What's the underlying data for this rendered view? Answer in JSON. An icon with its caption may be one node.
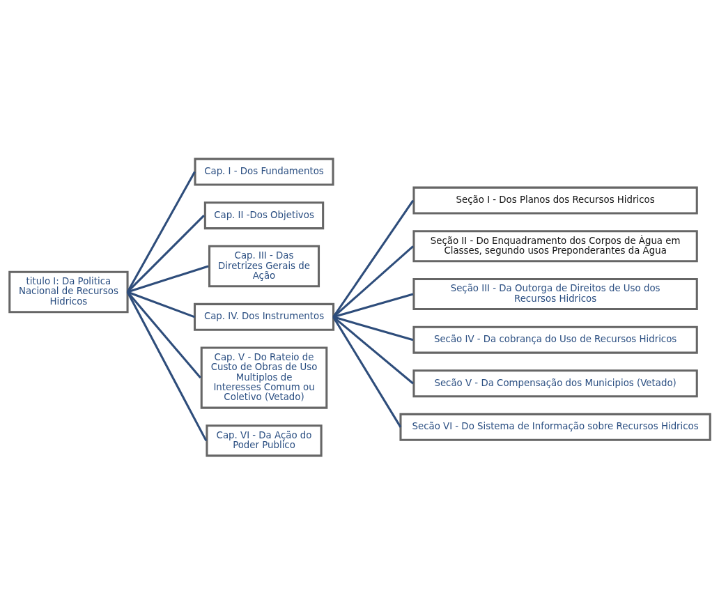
{
  "diagram": {
    "nodes": [
      {
        "text": [
          "titulo I: Da Politica Nacional de Recursos Hidricos"
        ]
      },
      {
        "text": [
          "Cap. I - Dos Fundamentos"
        ]
      },
      {
        "text": [
          "Cap. II -Dos Objetivos"
        ]
      },
      {
        "text": [
          "Cap. III - Das Diretrizes Gerais de Ação"
        ]
      },
      {
        "text": [
          "Cap. IV. Dos Instrumentos"
        ]
      },
      {
        "text": [
          "Cap. V - Do Rateio de Custo de Obras de Uso Multiplos de Interesses Comum ou Coletivo (Vetado)"
        ]
      },
      {
        "text": [
          "Cap. VI - Da Ação do Poder Publico"
        ]
      },
      {
        "text": [
          "Seção I - Dos Planos dos Recursos Hidricos"
        ]
      },
      {
        "text": [
          "Seção II - Do Enquadramento dos Corpos de Àgua em Classes, segundo usos Preponderantes da Água"
        ]
      },
      {
        "text": [
          "Seção III - Da Outorga de Direitos de Uso dos Recursos Hidricos"
        ]
      },
      {
        "text": [
          "Secão IV - Da cobrança do Uso de Recursos Hidricos"
        ]
      },
      {
        "text": [
          "Secão V - Da Compensação dos Municipios (Vetado)"
        ]
      },
      {
        "text": [
          "Secão VI - Do Sistema de Informação sobre Recursos Hidricos"
        ]
      }
    ],
    "edges": [
      {
        "from": 0,
        "to": 1,
        "arrow": "none"
      },
      {
        "from": 0,
        "to": 2,
        "arrow": "none"
      },
      {
        "from": 0,
        "to": 3,
        "arrow": "none"
      },
      {
        "from": 0,
        "to": 4,
        "arrow": "none"
      },
      {
        "from": 0,
        "to": 5,
        "arrow": "none"
      },
      {
        "from": 0,
        "to": 6,
        "arrow": "none"
      },
      {
        "from": 4,
        "to": 7,
        "arrow": "none"
      },
      {
        "from": 4,
        "to": 8,
        "arrow": "none"
      },
      {
        "from": 4,
        "to": 9,
        "arrow": "none"
      },
      {
        "from": 4,
        "to": 10,
        "arrow": "none"
      },
      {
        "from": 4,
        "to": 11,
        "arrow": "none"
      },
      {
        "from": 4,
        "to": 12,
        "arrow": "none"
      }
    ]
  }
}
